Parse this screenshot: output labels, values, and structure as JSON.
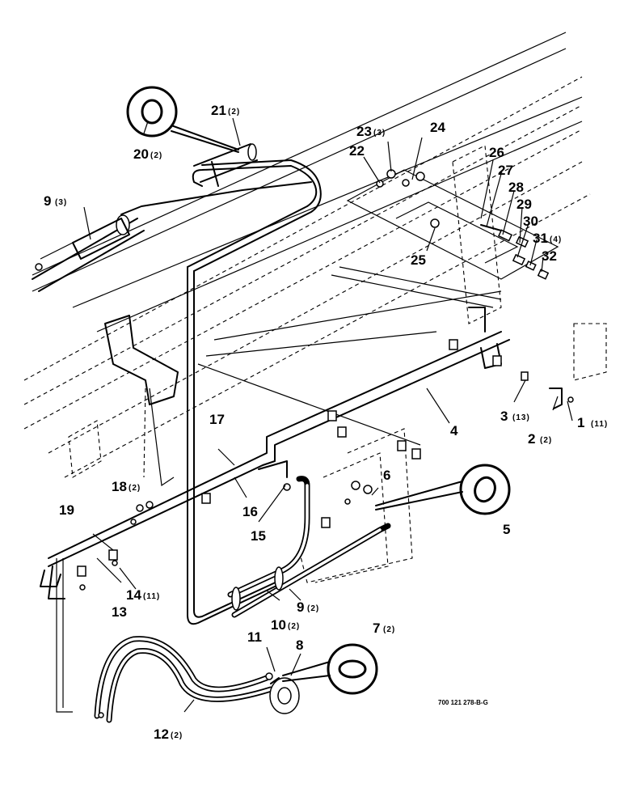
{
  "drawing_number": "700 121 278-B-G",
  "callouts": [
    {
      "id": "c1",
      "num": "1",
      "qty": "(11)"
    },
    {
      "id": "c2",
      "num": "2",
      "qty": "(2)"
    },
    {
      "id": "c3",
      "num": "3",
      "qty": "(13)"
    },
    {
      "id": "c4",
      "num": "4",
      "qty": ""
    },
    {
      "id": "c5",
      "num": "5",
      "qty": ""
    },
    {
      "id": "c6",
      "num": "6",
      "qty": ""
    },
    {
      "id": "c7",
      "num": "7",
      "qty": "(2)"
    },
    {
      "id": "c8",
      "num": "8",
      "qty": ""
    },
    {
      "id": "c9a",
      "num": "9",
      "qty": "(3)"
    },
    {
      "id": "c9b",
      "num": "9",
      "qty": "(2)"
    },
    {
      "id": "c10",
      "num": "10",
      "qty": "(2)"
    },
    {
      "id": "c11",
      "num": "11",
      "qty": ""
    },
    {
      "id": "c12",
      "num": "12",
      "qty": "(2)"
    },
    {
      "id": "c13",
      "num": "13",
      "qty": ""
    },
    {
      "id": "c14",
      "num": "14",
      "qty": "(11)"
    },
    {
      "id": "c15",
      "num": "15",
      "qty": ""
    },
    {
      "id": "c16",
      "num": "16",
      "qty": ""
    },
    {
      "id": "c17",
      "num": "17",
      "qty": ""
    },
    {
      "id": "c18",
      "num": "18",
      "qty": "(2)"
    },
    {
      "id": "c19",
      "num": "19",
      "qty": ""
    },
    {
      "id": "c20",
      "num": "20",
      "qty": "(2)"
    },
    {
      "id": "c21",
      "num": "21",
      "qty": "(2)"
    },
    {
      "id": "c22",
      "num": "22",
      "qty": ""
    },
    {
      "id": "c23",
      "num": "23",
      "qty": "(3)"
    },
    {
      "id": "c24",
      "num": "24",
      "qty": ""
    },
    {
      "id": "c25",
      "num": "25",
      "qty": ""
    },
    {
      "id": "c26",
      "num": "26",
      "qty": ""
    },
    {
      "id": "c27",
      "num": "27",
      "qty": ""
    },
    {
      "id": "c28",
      "num": "28",
      "qty": ""
    },
    {
      "id": "c29",
      "num": "29",
      "qty": ""
    },
    {
      "id": "c30",
      "num": "30",
      "qty": ""
    },
    {
      "id": "c31",
      "num": "31",
      "qty": "(4)"
    },
    {
      "id": "c32",
      "num": "32",
      "qty": ""
    }
  ]
}
